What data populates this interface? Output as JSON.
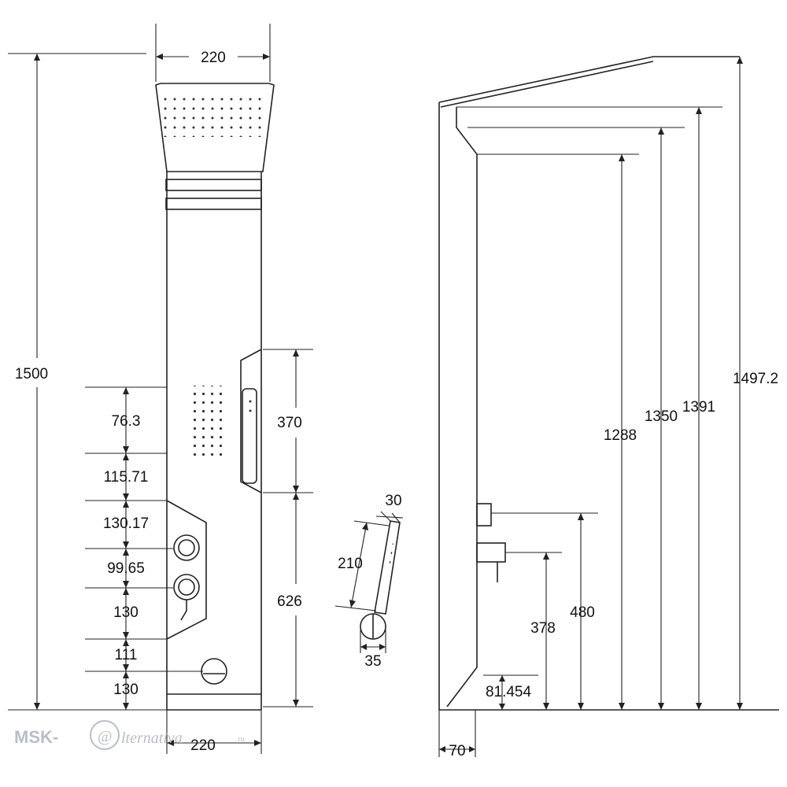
{
  "front_view": {
    "top_width": "220",
    "bottom_width": "220",
    "total_height": "1500",
    "segments": [
      "76.3",
      "115.71",
      "130.17",
      "99.65",
      "130",
      "111",
      "130"
    ],
    "hand_shower_zone": "370",
    "lower_zone": "626"
  },
  "hand_shower": {
    "width": "30",
    "length": "210",
    "base_width": "35"
  },
  "side_view": {
    "heights": [
      "1497.2",
      "1391",
      "1350",
      "1288",
      "480",
      "378",
      "81.454"
    ],
    "depth": "70"
  },
  "watermark": {
    "prefix": "MSK-",
    "at": "@",
    "script": "lternativa",
    "suffix": ".ru"
  }
}
